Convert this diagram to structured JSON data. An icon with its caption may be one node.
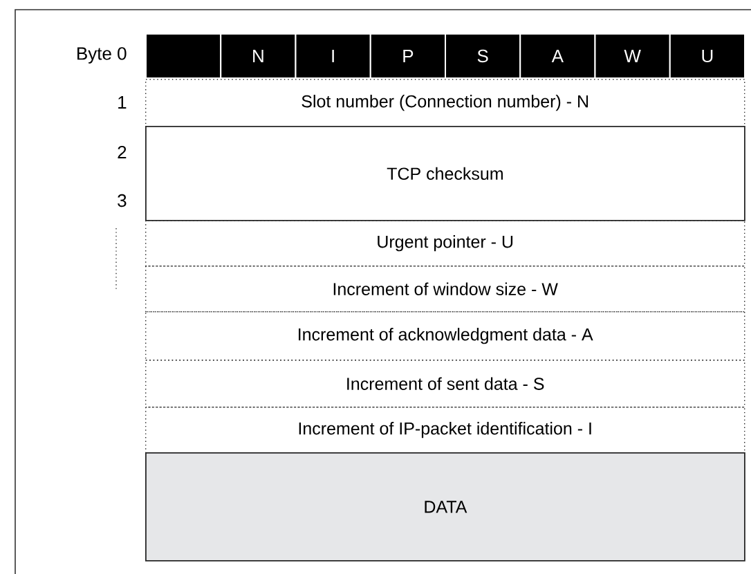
{
  "diagram": {
    "nodes": [
      {
        "text": [],
        "shape": "box"
      },
      {
        "text": [
          "N"
        ]
      },
      {
        "text": [
          "I"
        ]
      },
      {
        "text": [
          "P"
        ]
      },
      {
        "text": [
          "S"
        ]
      },
      {
        "text": [
          "A"
        ]
      },
      {
        "text": [
          "W"
        ]
      },
      {
        "text": [
          "U"
        ]
      },
      {
        "text": [
          "Slot number (Connection number) - N"
        ]
      },
      {
        "text": [
          "TCP checksum"
        ]
      },
      {
        "text": [
          "Urgent pointer - U"
        ]
      },
      {
        "text": [
          "Increment of window size - W"
        ]
      },
      {
        "text": [
          "Increment of acknowledgment data - A"
        ]
      },
      {
        "text": [
          "Increment of sent data - S"
        ]
      },
      {
        "text": [
          "Increment of IP-packet identification - I"
        ]
      },
      {
        "text": [
          "DATA"
        ]
      }
    ],
    "labels": [
      "Byte 0",
      "1",
      "2",
      "3"
    ]
  }
}
